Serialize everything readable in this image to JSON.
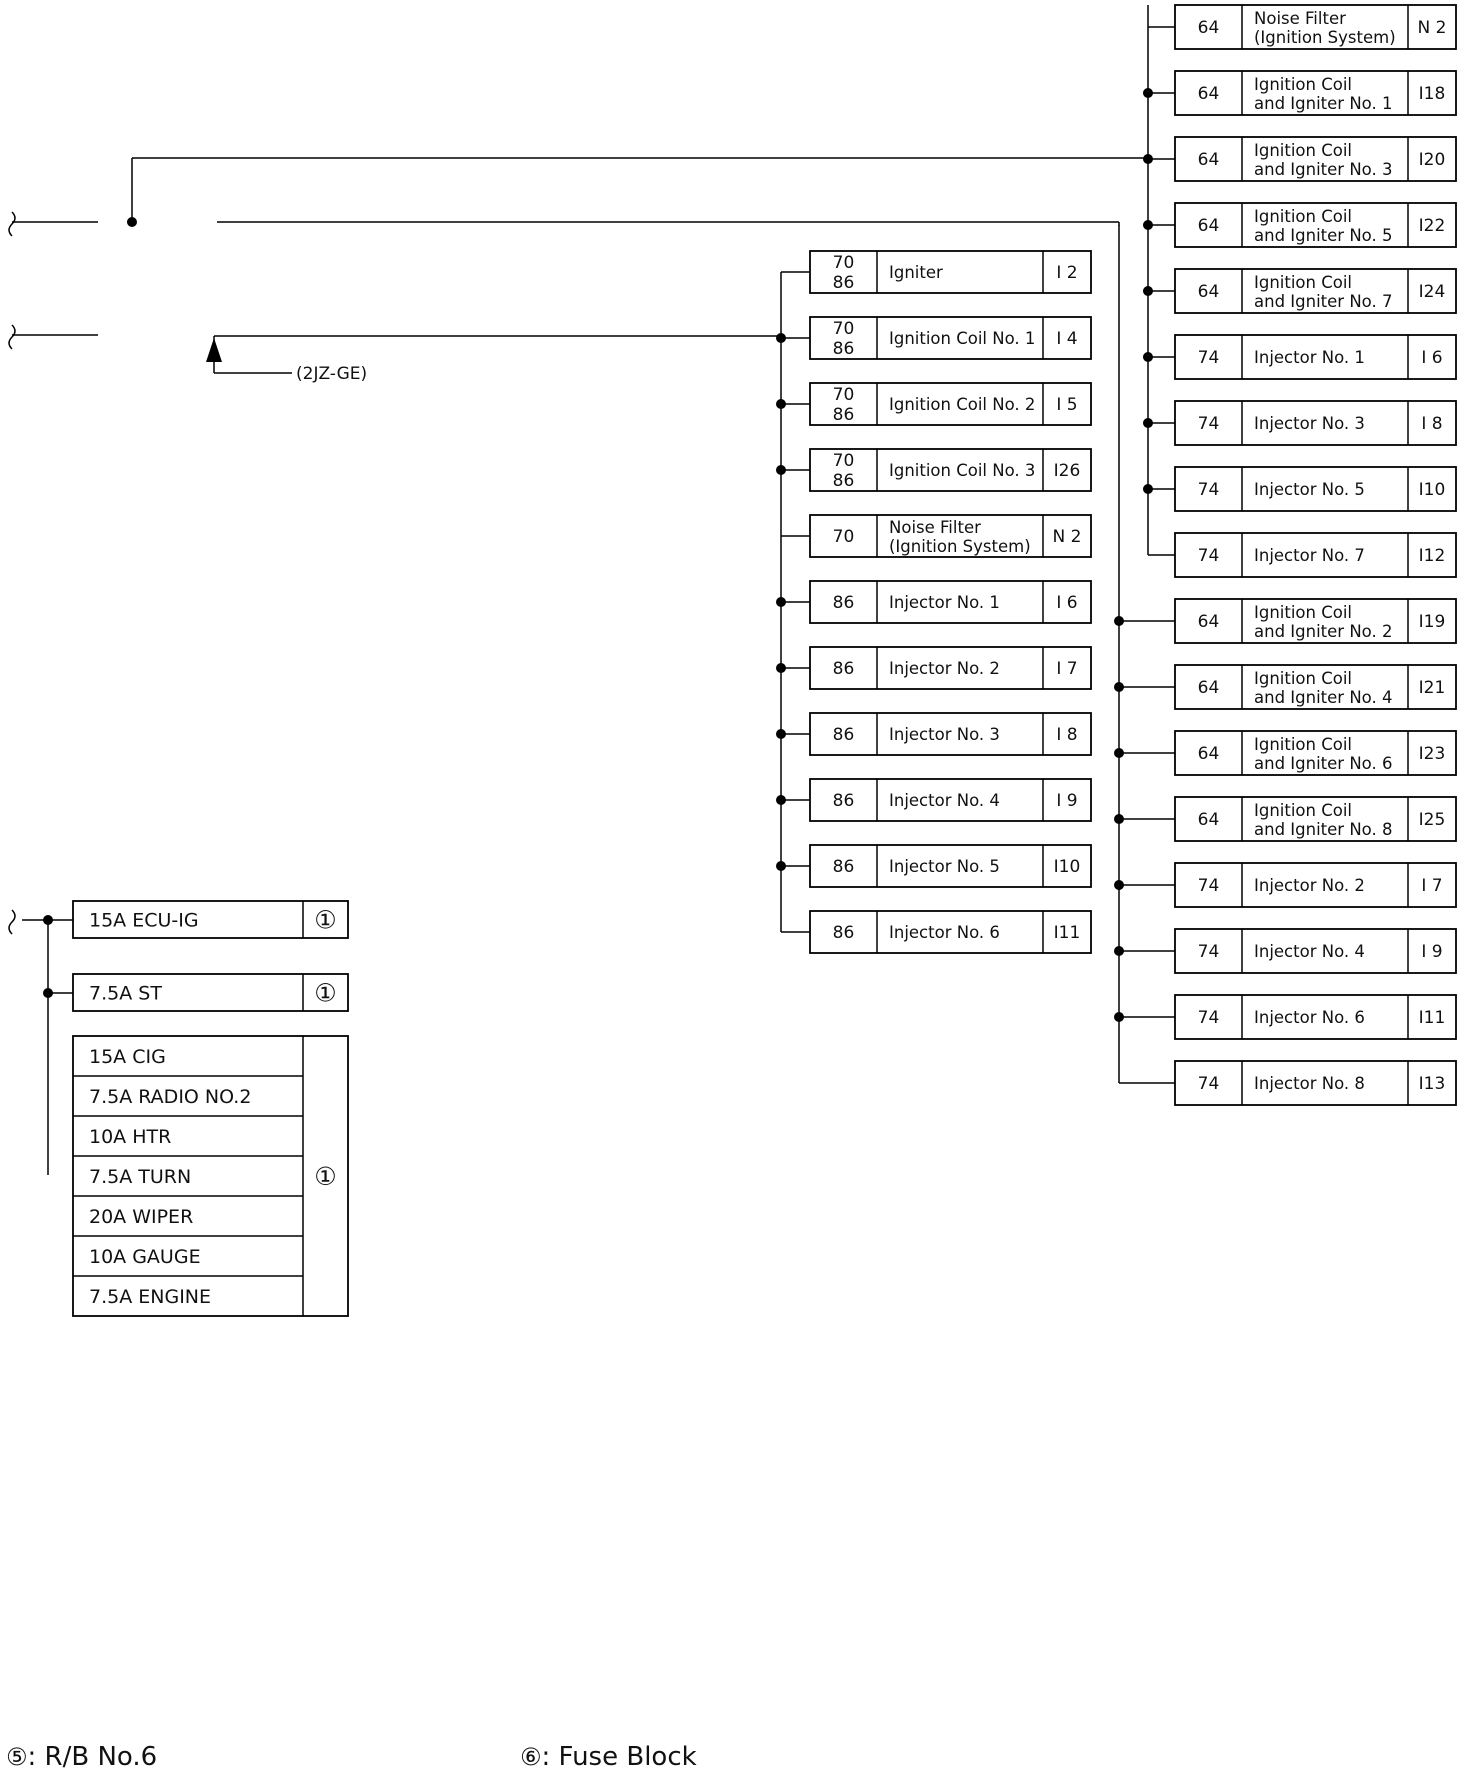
{
  "note_2jz": "(2JZ-GE)",
  "middle_column": [
    {
      "pins": [
        "70",
        "86"
      ],
      "name": [
        "Igniter"
      ],
      "code": "I 2"
    },
    {
      "pins": [
        "70",
        "86"
      ],
      "name": [
        "Ignition Coil No. 1"
      ],
      "code": "I 4"
    },
    {
      "pins": [
        "70",
        "86"
      ],
      "name": [
        "Ignition Coil No. 2"
      ],
      "code": "I 5"
    },
    {
      "pins": [
        "70",
        "86"
      ],
      "name": [
        "Ignition Coil No. 3"
      ],
      "code": "I26"
    },
    {
      "pins": [
        "70"
      ],
      "name": [
        "Noise Filter",
        "(Ignition System)"
      ],
      "code": "N 2"
    },
    {
      "pins": [
        "86"
      ],
      "name": [
        "Injector No. 1"
      ],
      "code": "I 6"
    },
    {
      "pins": [
        "86"
      ],
      "name": [
        "Injector No. 2"
      ],
      "code": "I 7"
    },
    {
      "pins": [
        "86"
      ],
      "name": [
        "Injector No. 3"
      ],
      "code": "I 8"
    },
    {
      "pins": [
        "86"
      ],
      "name": [
        "Injector No. 4"
      ],
      "code": "I 9"
    },
    {
      "pins": [
        "86"
      ],
      "name": [
        "Injector No. 5"
      ],
      "code": "I10"
    },
    {
      "pins": [
        "86"
      ],
      "name": [
        "Injector No. 6"
      ],
      "code": "I11"
    }
  ],
  "right_column": [
    {
      "pins": [
        "64"
      ],
      "name": [
        "Noise Filter",
        "(Ignition System)"
      ],
      "code": "N 2"
    },
    {
      "pins": [
        "64"
      ],
      "name": [
        "Ignition Coil",
        "and Igniter No. 1"
      ],
      "code": "I18"
    },
    {
      "pins": [
        "64"
      ],
      "name": [
        "Ignition Coil",
        "and Igniter No. 3"
      ],
      "code": "I20"
    },
    {
      "pins": [
        "64"
      ],
      "name": [
        "Ignition Coil",
        "and Igniter No. 5"
      ],
      "code": "I22"
    },
    {
      "pins": [
        "64"
      ],
      "name": [
        "Ignition Coil",
        "and Igniter No. 7"
      ],
      "code": "I24"
    },
    {
      "pins": [
        "74"
      ],
      "name": [
        "Injector No. 1"
      ],
      "code": "I 6"
    },
    {
      "pins": [
        "74"
      ],
      "name": [
        "Injector No. 3"
      ],
      "code": "I 8"
    },
    {
      "pins": [
        "74"
      ],
      "name": [
        "Injector No. 5"
      ],
      "code": "I10"
    },
    {
      "pins": [
        "74"
      ],
      "name": [
        "Injector No. 7"
      ],
      "code": "I12"
    },
    {
      "pins": [
        "64"
      ],
      "name": [
        "Ignition Coil",
        "and Igniter No. 2"
      ],
      "code": "I19"
    },
    {
      "pins": [
        "64"
      ],
      "name": [
        "Ignition Coil",
        "and Igniter No. 4"
      ],
      "code": "I21"
    },
    {
      "pins": [
        "64"
      ],
      "name": [
        "Ignition Coil",
        "and Igniter No. 6"
      ],
      "code": "I23"
    },
    {
      "pins": [
        "64"
      ],
      "name": [
        "Ignition Coil",
        "and Igniter No. 8"
      ],
      "code": "I25"
    },
    {
      "pins": [
        "74"
      ],
      "name": [
        "Injector No. 2"
      ],
      "code": "I 7"
    },
    {
      "pins": [
        "74"
      ],
      "name": [
        "Injector No. 4"
      ],
      "code": "I 9"
    },
    {
      "pins": [
        "74"
      ],
      "name": [
        "Injector No. 6"
      ],
      "code": "I11"
    },
    {
      "pins": [
        "74"
      ],
      "name": [
        "Injector No. 8"
      ],
      "code": "I13"
    }
  ],
  "fuses_single": [
    {
      "label": "15A ECU-IG",
      "ref": "①"
    },
    {
      "label": "7.5A ST",
      "ref": "①"
    }
  ],
  "fuse_group": {
    "labels": [
      "15A CIG",
      "7.5A RADIO NO.2",
      "10A HTR",
      "7.5A TURN",
      "20A WIPER",
      "10A GAUGE",
      "7.5A ENGINE"
    ],
    "ref": "①"
  },
  "legend": [
    {
      "symbol": "⑤",
      "text": ": R/B No.6"
    },
    {
      "symbol": "⑥",
      "text": ": Fuse Block"
    }
  ]
}
